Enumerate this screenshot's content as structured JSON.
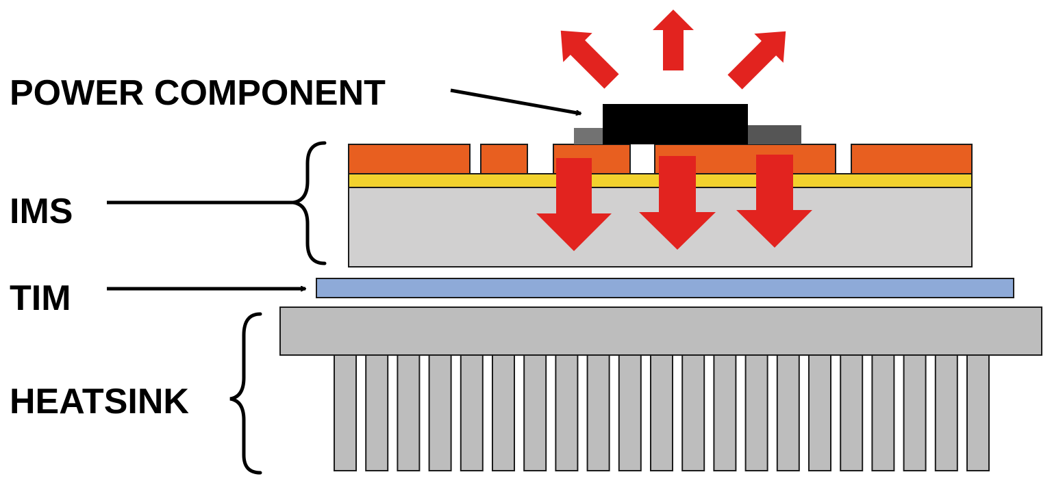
{
  "labels": {
    "power_component": "POWER COMPONENT",
    "ims": "IMS",
    "tim": "TIM",
    "heatsink": "HEATSINK"
  },
  "colors": {
    "copper": "#e85f20",
    "dielectric": "#f2d22e",
    "ims_base": "#d1d0d0",
    "tim": "#8eaad8",
    "heatsink": "#bdbdbd",
    "component": "#000000",
    "lead_light": "#727272",
    "lead_dark": "#555555",
    "heat_arrow": "#e2231f",
    "outline": "#1a1a1a"
  },
  "heatsink": {
    "fin_count": 21
  }
}
